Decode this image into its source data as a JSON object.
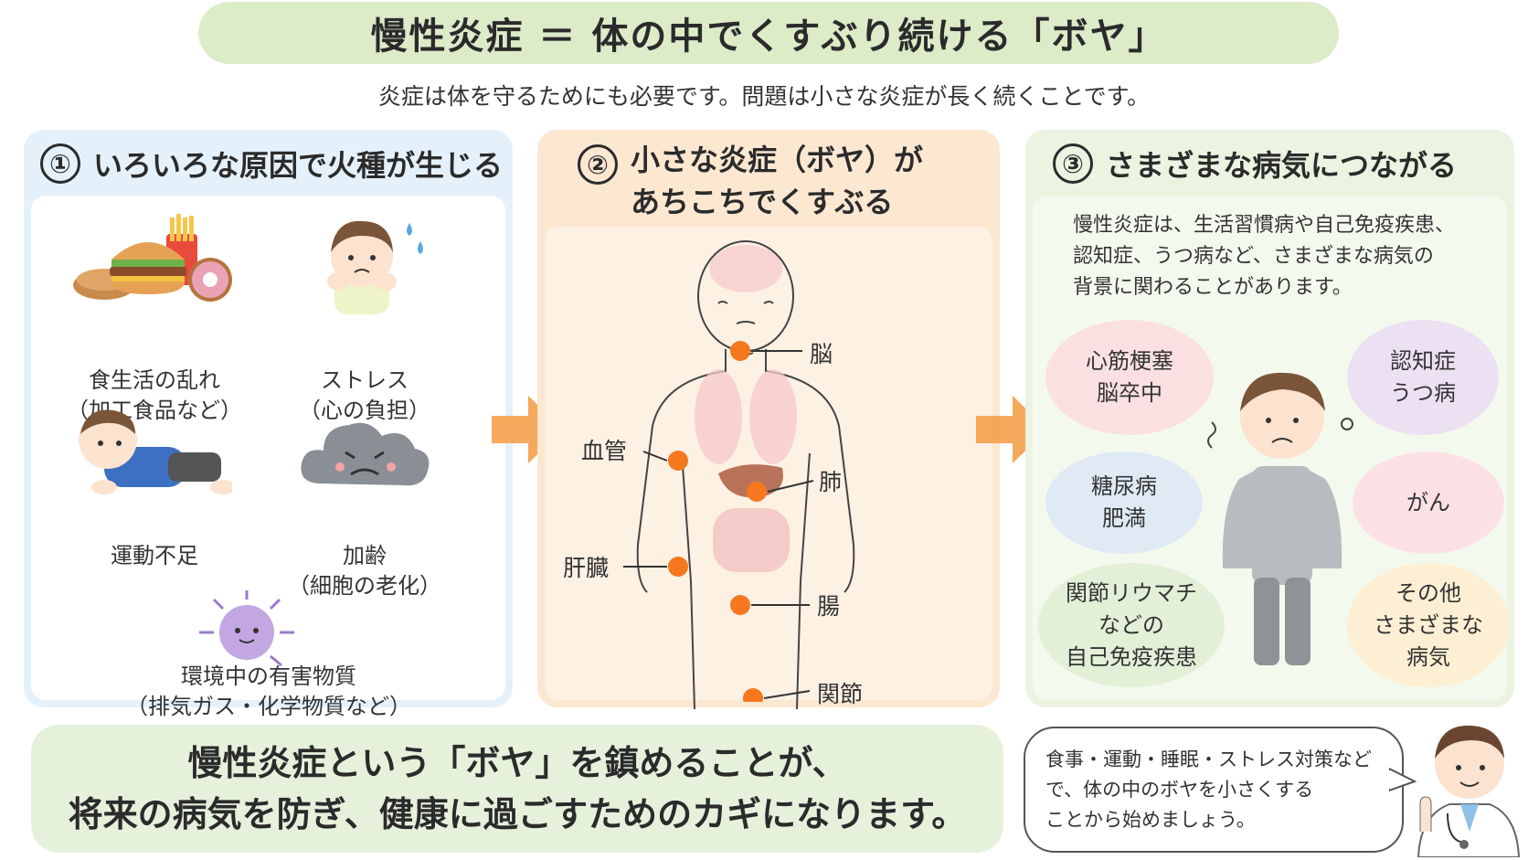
{
  "header": {
    "title": "慢性炎症 ＝ 体の中でくすぶり続ける「ボヤ」",
    "subtitle": "炎症は体を守るためにも必要です。問題は小さな炎症が長く続くことです。"
  },
  "panel1": {
    "number": "①",
    "title": "いろいろな原因で火種が生じる",
    "causes": [
      {
        "line1": "食生活の乱れ",
        "line2": "（加工食品など）",
        "icon": "junk-food-icon"
      },
      {
        "line1": "ストレス",
        "line2": "（心の負担）",
        "icon": "stressed-child-icon"
      },
      {
        "line1": "運動不足",
        "line2": "",
        "icon": "lying-child-icon"
      },
      {
        "line1": "加齢",
        "line2": "（細胞の老化）",
        "icon": "gray-cloud-icon"
      },
      {
        "line1": "環境中の有害物質",
        "line2": "（排気ガス・化学物質など）",
        "icon": "virus-icon"
      }
    ]
  },
  "panel2": {
    "number": "②",
    "title_line1": "小さな炎症（ボヤ）が",
    "title_line2": "あちこちでくすぶる",
    "organs": [
      "脳",
      "血管",
      "肺",
      "肝臓",
      "腸",
      "関節"
    ]
  },
  "panel3": {
    "number": "③",
    "title": "さまざまな病気につながる",
    "desc_line1": "慢性炎症は、生活習慣病や自己免疫疾患、",
    "desc_line2": "認知症、うつ病など、さまざまな病気の",
    "desc_line3": "背景に関わることがあります。",
    "diseases": [
      {
        "lines": [
          "心筋梗塞",
          "脳卒中"
        ],
        "color": "#fbe0e2"
      },
      {
        "lines": [
          "認知症",
          "うつ病"
        ],
        "color": "#ece0f3"
      },
      {
        "lines": [
          "糖尿病",
          "肥満"
        ],
        "color": "#dfeaf5"
      },
      {
        "lines": [
          "がん"
        ],
        "color": "#fbe1e6"
      },
      {
        "lines": [
          "関節リウマチ",
          "などの",
          "自己免疫疾患"
        ],
        "color": "#e3f0d8"
      },
      {
        "lines": [
          "その他",
          "さまざまな",
          "病気"
        ],
        "color": "#fdefd3"
      }
    ]
  },
  "footer": {
    "message_line1": "慢性炎症という「ボヤ」を鎮めることが、",
    "message_line2": "将来の病気を防ぎ、健康に過ごすためのカギになります。",
    "advice_line1": "食事・運動・睡眠・ストレス対策など",
    "advice_line2": "で、体の中のボヤを小さくする",
    "advice_line3": "ことから始めましょう。"
  },
  "colors": {
    "title_bg": "#dcebc8",
    "panel1_bg": "#e4f1fb",
    "panel2_bg": "#fce7d1",
    "panel3_bg": "#eaf4e0",
    "arrow": "#f4a04a",
    "flame": "#f5781e"
  }
}
